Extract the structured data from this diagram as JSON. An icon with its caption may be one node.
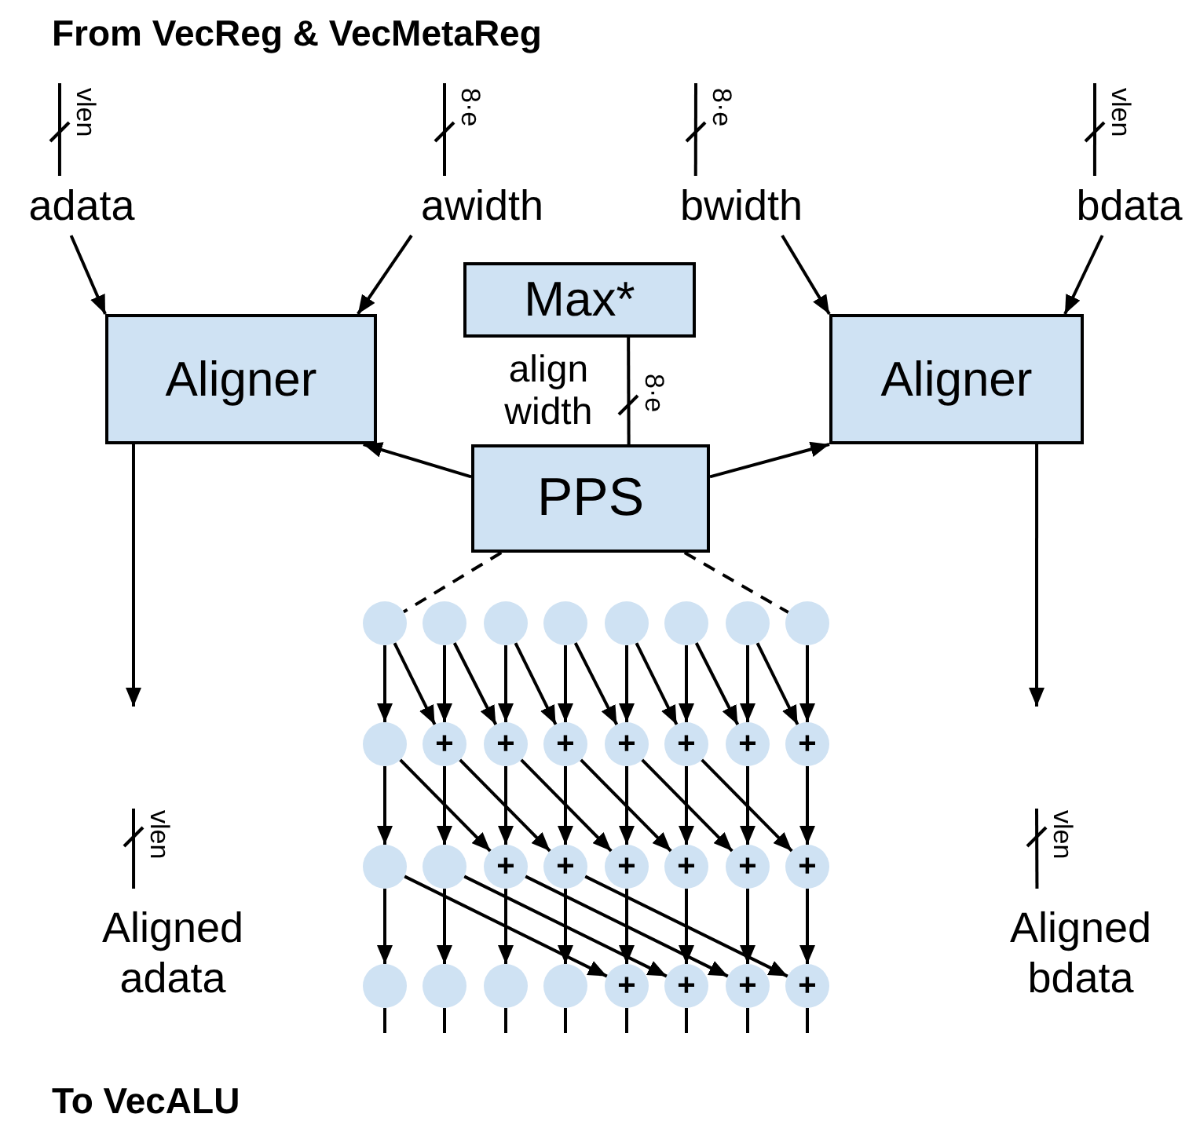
{
  "diagram": {
    "title": "From VecReg & VecMetaReg",
    "caption": "To VecALU",
    "nodes": [
      {
        "text": [
          "adata"
        ]
      },
      {
        "text": [
          "awidth"
        ]
      },
      {
        "text": [
          "bwidth"
        ]
      },
      {
        "text": [
          "bdata"
        ]
      },
      {
        "text": [
          "Aligner"
        ]
      },
      {
        "text": [
          "Max*"
        ]
      },
      {
        "text": [
          "Aligner"
        ]
      },
      {
        "text": [
          "PPS"
        ]
      },
      {
        "text": [
          "Aligned adata"
        ]
      },
      {
        "text": [
          "Aligned bdata"
        ]
      },
      {
        "text": [],
        "shape": "circle"
      },
      {
        "text": [],
        "shape": "circle"
      },
      {
        "text": [],
        "shape": "circle"
      },
      {
        "text": [],
        "shape": "circle"
      },
      {
        "text": [],
        "shape": "circle"
      },
      {
        "text": [],
        "shape": "circle"
      },
      {
        "text": [],
        "shape": "circle"
      },
      {
        "text": [],
        "shape": "circle"
      },
      {
        "text": [],
        "shape": "circle"
      },
      {
        "text": [
          "+"
        ]
      },
      {
        "text": [
          "+"
        ]
      },
      {
        "text": [
          "+"
        ]
      },
      {
        "text": [
          "+"
        ]
      },
      {
        "text": [
          "+"
        ]
      },
      {
        "text": [
          "+"
        ]
      },
      {
        "text": [
          "+"
        ]
      },
      {
        "text": [],
        "shape": "circle"
      },
      {
        "text": [],
        "shape": "circle"
      },
      {
        "text": [
          "+"
        ]
      },
      {
        "text": [
          "+"
        ]
      },
      {
        "text": [
          "+"
        ]
      },
      {
        "text": [
          "+"
        ]
      },
      {
        "text": [
          "+"
        ]
      },
      {
        "text": [
          "+"
        ]
      },
      {
        "text": [],
        "shape": "circle"
      },
      {
        "text": [],
        "shape": "circle"
      },
      {
        "text": [],
        "shape": "circle"
      },
      {
        "text": [],
        "shape": "circle"
      },
      {
        "text": [
          "+"
        ]
      },
      {
        "text": [
          "+"
        ]
      },
      {
        "text": [
          "+"
        ]
      },
      {
        "text": [
          "+"
        ]
      }
    ],
    "edges": [
      {
        "from": null,
        "to": 0,
        "arrow": "none"
      },
      {
        "from": null,
        "to": 1,
        "arrow": "none"
      },
      {
        "from": null,
        "to": 2,
        "arrow": "none"
      },
      {
        "from": null,
        "to": 3,
        "arrow": "none"
      },
      {
        "from": 0,
        "to": 4,
        "arrow": "to"
      },
      {
        "from": 1,
        "to": 4,
        "arrow": "to"
      },
      {
        "from": 2,
        "to": 6,
        "arrow": "to"
      },
      {
        "from": 3,
        "to": 6,
        "arrow": "to"
      },
      {
        "from": 5,
        "to": 7,
        "arrow": "none",
        "label": "align width"
      },
      {
        "from": 7,
        "to": 4,
        "arrow": "to"
      },
      {
        "from": 7,
        "to": 6,
        "arrow": "to"
      },
      {
        "from": 4,
        "to": null,
        "arrow": "to"
      },
      {
        "from": 6,
        "to": null,
        "arrow": "to"
      },
      {
        "from": null,
        "to": 8,
        "arrow": "none"
      },
      {
        "from": null,
        "to": 9,
        "arrow": "none"
      },
      {
        "from": 10,
        "to": 18,
        "arrow": "to"
      },
      {
        "from": 11,
        "to": 19,
        "arrow": "to"
      },
      {
        "from": 12,
        "to": 20,
        "arrow": "to"
      },
      {
        "from": 13,
        "to": 21,
        "arrow": "to"
      },
      {
        "from": 14,
        "to": 22,
        "arrow": "to"
      },
      {
        "from": 15,
        "to": 23,
        "arrow": "to"
      },
      {
        "from": 16,
        "to": 24,
        "arrow": "to"
      },
      {
        "from": 17,
        "to": 25,
        "arrow": "to"
      },
      {
        "from": 10,
        "to": 19,
        "arrow": "to"
      },
      {
        "from": 11,
        "to": 20,
        "arrow": "to"
      },
      {
        "from": 12,
        "to": 21,
        "arrow": "to"
      },
      {
        "from": 13,
        "to": 22,
        "arrow": "to"
      },
      {
        "from": 14,
        "to": 23,
        "arrow": "to"
      },
      {
        "from": 15,
        "to": 24,
        "arrow": "to"
      },
      {
        "from": 16,
        "to": 25,
        "arrow": "to"
      },
      {
        "from": 18,
        "to": 26,
        "arrow": "to"
      },
      {
        "from": 19,
        "to": 27,
        "arrow": "to"
      },
      {
        "from": 20,
        "to": 28,
        "arrow": "to"
      },
      {
        "from": 21,
        "to": 29,
        "arrow": "to"
      },
      {
        "from": 22,
        "to": 30,
        "arrow": "to"
      },
      {
        "from": 23,
        "to": 31,
        "arrow": "to"
      },
      {
        "from": 24,
        "to": 32,
        "arrow": "to"
      },
      {
        "from": 25,
        "to": 33,
        "arrow": "to"
      },
      {
        "from": 18,
        "to": 28,
        "arrow": "to"
      },
      {
        "from": 19,
        "to": 29,
        "arrow": "to"
      },
      {
        "from": 20,
        "to": 30,
        "arrow": "to"
      },
      {
        "from": 21,
        "to": 31,
        "arrow": "to"
      },
      {
        "from": 22,
        "to": 32,
        "arrow": "to"
      },
      {
        "from": 23,
        "to": 33,
        "arrow": "to"
      },
      {
        "from": 26,
        "to": 34,
        "arrow": "to"
      },
      {
        "from": 27,
        "to": 35,
        "arrow": "to"
      },
      {
        "from": 28,
        "to": 36,
        "arrow": "to"
      },
      {
        "from": 29,
        "to": 37,
        "arrow": "to"
      },
      {
        "from": 30,
        "to": 38,
        "arrow": "to"
      },
      {
        "from": 31,
        "to": 39,
        "arrow": "to"
      },
      {
        "from": 32,
        "to": 40,
        "arrow": "to"
      },
      {
        "from": 33,
        "to": 41,
        "arrow": "to"
      },
      {
        "from": 26,
        "to": 38,
        "arrow": "to"
      },
      {
        "from": 27,
        "to": 39,
        "arrow": "to"
      },
      {
        "from": 28,
        "to": 40,
        "arrow": "to"
      },
      {
        "from": 29,
        "to": 41,
        "arrow": "to"
      },
      {
        "from": 7,
        "to": 10,
        "arrow": "none",
        "style": "dashed"
      },
      {
        "from": 7,
        "to": 17,
        "arrow": "none",
        "style": "dashed"
      },
      {
        "from": 34,
        "to": null,
        "arrow": "none"
      },
      {
        "from": 35,
        "to": null,
        "arrow": "none"
      },
      {
        "from": 36,
        "to": null,
        "arrow": "none"
      },
      {
        "from": 37,
        "to": null,
        "arrow": "none"
      },
      {
        "from": 38,
        "to": null,
        "arrow": "none"
      },
      {
        "from": 39,
        "to": null,
        "arrow": "none"
      },
      {
        "from": 40,
        "to": null,
        "arrow": "none"
      },
      {
        "from": 41,
        "to": null,
        "arrow": "none"
      }
    ],
    "labels": [
      "vlen",
      "8·e",
      "8·e",
      "vlen",
      "8·e",
      "vlen",
      "vlen"
    ]
  }
}
